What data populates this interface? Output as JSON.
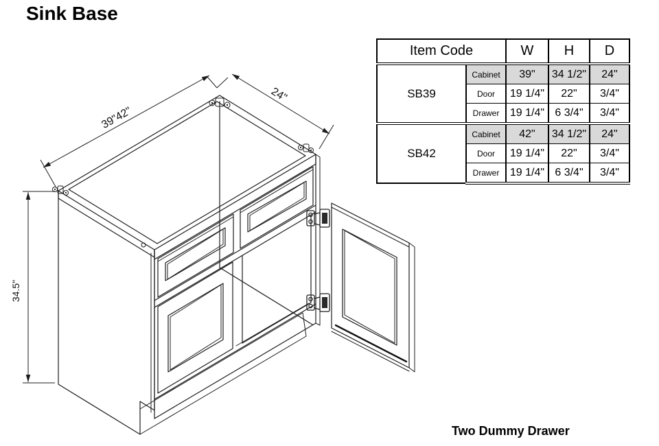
{
  "page": {
    "title": "Sink Base",
    "caption": "Two Dummy Drawer"
  },
  "dims": {
    "width_label": "39\"42\"",
    "depth_label": "24\"",
    "height_label": "34.5\""
  },
  "table": {
    "header": {
      "item_code": "Item Code",
      "w": "W",
      "h": "H",
      "d": "D"
    },
    "groups": [
      {
        "code": "SB39",
        "rows": [
          {
            "part": "Cabinet",
            "w": "39\"",
            "h": "34 1/2\"",
            "d": "24\""
          },
          {
            "part": "Door",
            "w": "19 1/4\"",
            "h": "22\"",
            "d": "3/4\""
          },
          {
            "part": "Drawer",
            "w": "19 1/4\"",
            "h": "6 3/4\"",
            "d": "3/4\""
          }
        ]
      },
      {
        "code": "SB42",
        "rows": [
          {
            "part": "Cabinet",
            "w": "42\"",
            "h": "34 1/2\"",
            "d": "24\""
          },
          {
            "part": "Door",
            "w": "19 1/4\"",
            "h": "22\"",
            "d": "3/4\""
          },
          {
            "part": "Drawer",
            "w": "19 1/4\"",
            "h": "6 3/4\"",
            "d": "3/4\""
          }
        ]
      }
    ]
  },
  "colors": {
    "line": "#1c1c1c",
    "shade": "#d9d9d9"
  }
}
